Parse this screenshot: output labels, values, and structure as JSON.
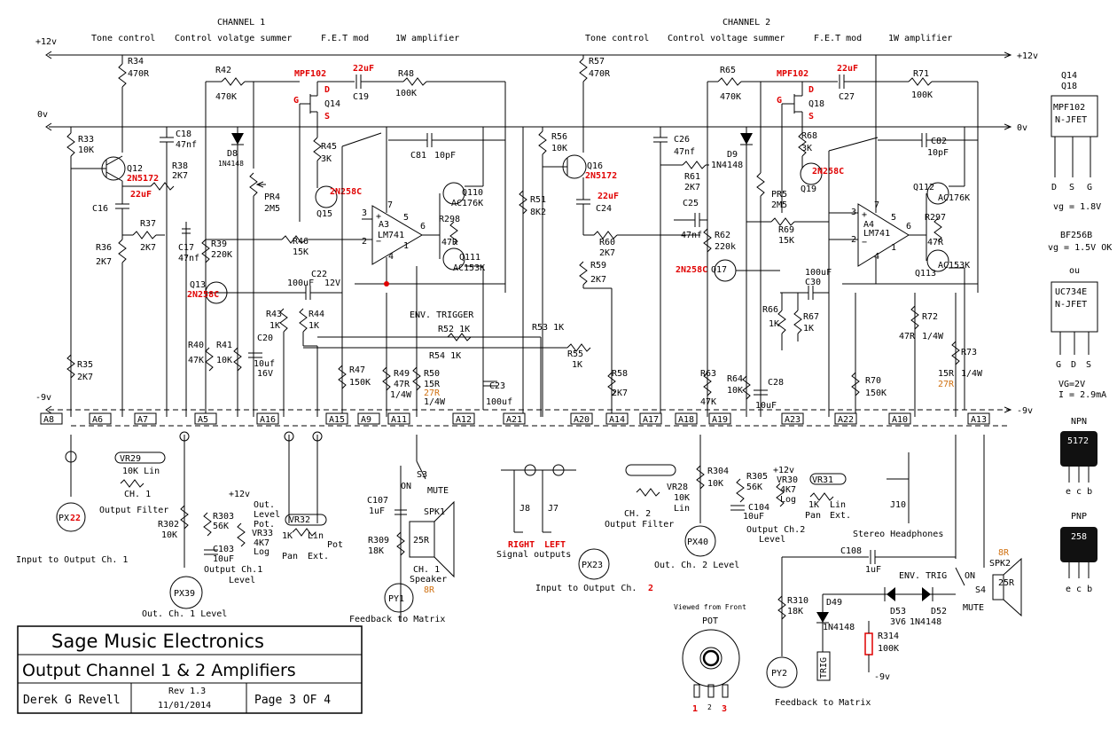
{
  "rails": {
    "v12": "+12v",
    "v0": "0v",
    "vneg9": "-9v"
  },
  "channel1": {
    "title": "CHANNEL 1",
    "tone": "Tone control",
    "cvsum": "Control volatge summer",
    "fet": "F.E.T mod",
    "amp": "1W amplifier"
  },
  "channel2": {
    "title": "CHANNEL 2",
    "tone": "Tone control",
    "cvsum": "Control voltage summer",
    "fet": "F.E.T mod",
    "amp": "1W amplifier"
  },
  "ch1": {
    "r34": "R34",
    "r34v": "470R",
    "r42": "R42",
    "r42v": "470K",
    "mpf": "MPF102",
    "c22uf": "22uF",
    "r48": "R48",
    "r48v": "100K",
    "c19": "C19",
    "d": "D",
    "g": "G",
    "s": "S",
    "q14": "Q14",
    "r33": "R33",
    "r33v": "10K",
    "c18": "C18",
    "c18v": "47nf",
    "q12": "Q12",
    "q12t": "2N5172",
    "r38": "R38",
    "r38v": "2K7",
    "d8": "D8",
    "d8t": "1N4148",
    "r45": "R45",
    "r45v": "3K",
    "c81": "C81",
    "c81v": "10pF",
    "c16": "C16",
    "c16v": "22uF",
    "pr4": "PR4",
    "pr4v": "2M5",
    "q15t": "2N258C",
    "q15": "Q15",
    "q110": "Q110",
    "q110t": "AC176K",
    "r37": "R37",
    "r37v": "2K7",
    "r36": "R36",
    "r36v": "2K7",
    "c17": "C17",
    "c17v": "47nf",
    "r39": "R39",
    "r39v": "220K",
    "r46": "R46",
    "r46v": "15K",
    "a3": "A3",
    "a3t": "LM741",
    "r298": "R298",
    "r298v": "47R",
    "q111": "Q111",
    "q111t": "AC153K",
    "q13": "Q13",
    "q13t": "2N258C",
    "c22": "C22",
    "c22v": "100uF",
    "c22w": "12V",
    "r43": "R43",
    "r43v": "1K",
    "r44": "R44",
    "r44v": "1K",
    "envtrig": "ENV. TRIGGER",
    "r40": "R40",
    "r40v": "47K",
    "r41": "R41",
    "r41v": "10K",
    "c20": "C20",
    "c20v": "10uf",
    "c20w": "16V",
    "r35": "R35",
    "r35v": "2K7",
    "r47": "R47",
    "r47v": "150K",
    "r49": "R49",
    "r49v": "47R",
    "r49w": "1/4W",
    "r50": "R50",
    "r50v": "15R",
    "r50o": "27R",
    "r50w": "1/4W",
    "r52": "R52 1K",
    "r54": "R54 1K",
    "c23": "C23",
    "c23v": "100uf",
    "r53": "R53 1K",
    "r55": "R55",
    "r55v": "1K",
    "r51": "R51",
    "r51v": "8K2"
  },
  "ch2": {
    "r57": "R57",
    "r57v": "470R",
    "r65": "R65",
    "r65v": "470K",
    "mpf": "MPF102",
    "c22uf": "22uF",
    "r71": "R71",
    "r71v": "100K",
    "c27": "C27",
    "d": "D",
    "g": "G",
    "s": "S",
    "q18": "Q18",
    "r56": "R56",
    "r56v": "10K",
    "c26": "C26",
    "c26v": "47nf",
    "q16": "Q16",
    "q16t": "2N5172",
    "d9": "D9",
    "d9t": "1N4148",
    "r68": "R68",
    "r68v": "3K",
    "c82": "C82",
    "c82v": "10pF",
    "r61": "R61",
    "r61v": "2K7",
    "c24": "C24",
    "c24v": "22uF",
    "pr5": "PR5",
    "pr5v": "2M5",
    "q19t": "2N258C",
    "q19": "Q19",
    "q112": "Q112",
    "q112t": "AC176K",
    "r60": "R60",
    "r60v": "2K7",
    "r59": "R59",
    "r59v": "2K7",
    "c25": "C25",
    "c25v": "47nf",
    "r62": "R62",
    "r62v": "220k",
    "r69": "R69",
    "r69v": "15K",
    "a4": "A4",
    "a4t": "LM741",
    "r297": "R297",
    "r297v": "47R",
    "q113": "Q113",
    "q113t": "AC153K",
    "q17": "Q17",
    "q17t": "2N258C",
    "c30": "C30",
    "c30v": "100uF",
    "r66": "R66",
    "r66v": "1K",
    "r67": "R67",
    "r67v": "1K",
    "r72": "R72",
    "r72v": "47R",
    "r72w": "1/4W",
    "r73": "R73",
    "r73v": "15R",
    "r73o": "27R",
    "r73w": "1/4W",
    "r63": "R63",
    "r63v": "47K",
    "r64": "R64",
    "r64v": "10K",
    "c28": "C28",
    "c28v": "10uF",
    "r58": "R58",
    "r58v": "2K7",
    "r70": "R70",
    "r70v": "150K"
  },
  "connectors": [
    "A8",
    "A6",
    "A7",
    "A5",
    "A16",
    "A15",
    "A9",
    "A11",
    "A12",
    "A21",
    "A20",
    "A14",
    "A17",
    "A18",
    "A19",
    "A23",
    "A22",
    "A10",
    "A13"
  ],
  "lower": {
    "vr29": "VR29",
    "vr29v": "10K Lin",
    "ch1filt1": "CH. 1",
    "ch1filt2": "Output Filter",
    "px22a": "PX",
    "px22b": "22",
    "px22cap": "Input to Output Ch. 1",
    "r302": "R302",
    "r302v": "10K",
    "r303": "R303",
    "r303v": "56K",
    "c103": "C103",
    "c103v": "10uF",
    "plus12": "+12v",
    "out1": "Out.",
    "out2": "Level",
    "out3": "Pot.",
    "vr33": "VR33",
    "vr33a": "4K7",
    "vr33b": "Log",
    "oc1a": "Output Ch.1",
    "oc1b": "Level",
    "px39": "PX39",
    "px39cap": "Out. Ch. 1 Level",
    "vr32": "VR32",
    "vr32a": "1K",
    "vr32b": "Lin",
    "vr32c": "Pot",
    "vr32d": "Pan",
    "vr32e": "Ext.",
    "c107": "C107",
    "c107v": "1uF",
    "s3": "S3",
    "on": "ON",
    "mute": "MUTE",
    "spk1": "SPK1",
    "spk1v": "25R",
    "r309": "R309",
    "r309v": "18K",
    "spk1a": "CH. 1",
    "spk1b": "Speaker",
    "spk1c": "8R",
    "py1": "PY1",
    "py1cap": "Feedback to Matrix",
    "j8": "J8",
    "j7": "J7",
    "right": "RIGHT",
    "left": "LEFT",
    "sigout": "Signal outputs",
    "px23": "PX23",
    "px23a": "Input to Output Ch.",
    "px23b": "2",
    "vr28": "VR28",
    "vr28v": "10K",
    "vr28w": "Lin",
    "ch2filt1": "CH. 2",
    "ch2filt2": "Output Filter",
    "r304": "R304",
    "r304v": "10K",
    "px40": "PX40",
    "px40cap": "Out. Ch. 2 Level",
    "r305": "R305",
    "r305v": "56K",
    "plus12b": "+12v",
    "vr30": "VR30",
    "vr30a": "4K7",
    "vr30b": "Log",
    "vr31": "VR31",
    "vr31a": "1K",
    "vr31b": "Lin",
    "vr31c": "Pan",
    "vr31d": "Ext.",
    "c104": "C104",
    "c104v": "10uF",
    "oc2a": "Output Ch.2",
    "oc2b": "Level",
    "j10": "J10",
    "headph": "Stereo Headphones",
    "c108": "C108",
    "c108v": "1uF",
    "envtrig": "ENV. TRIG",
    "on2": "ON",
    "mute2": "MUTE",
    "s4": "S4",
    "spk2": "SPK2",
    "spk2v": "25R",
    "spk2o": "8R",
    "r310": "R310",
    "r310v": "18K",
    "d49": "D49",
    "d49t": "1N4148",
    "d53": "D53",
    "d53t": "3V6",
    "d52": "D52",
    "d52t": "1N4148",
    "r314": "R314",
    "r314v": "100K",
    "neg9": "-9v",
    "trig": "TRIG",
    "py2": "PY2",
    "py2cap": "Feedback to Matrix",
    "potcap": "Viewed from Front",
    "pot": "POT",
    "p1": "1",
    "p2": "2",
    "p3": "3"
  },
  "sidebar": {
    "q14": "Q14",
    "q18": "Q18",
    "mpf": "MPF102",
    "njfet": "N-JFET",
    "d": "D",
    "s": "S",
    "g": "G",
    "vg1": "vg = 1.8V",
    "bf": "BF256B",
    "vg2": "vg = 1.5V OK",
    "ou": "ou",
    "uc": "UC734E",
    "njfet2": "N-JFET",
    "g2": "G",
    "d2": "D",
    "s2": "S",
    "vg3": "VG=2V",
    "i": "I = 2.9mA",
    "npn": "NPN",
    "npnpart": "5172",
    "ecb1": "e c b",
    "pnp": "PNP",
    "pnppart": "258",
    "ecb2": "e c b"
  },
  "titleblock": {
    "company": "Sage Music Electronics",
    "title": "Output Channel 1 & 2 Amplifiers",
    "author": "Derek G Revell",
    "rev": "Rev 1.3",
    "date": "11/01/2014",
    "page": "Page 3 OF 4"
  },
  "colors": {
    "ink": "#000000",
    "red": "#e00000",
    "orange": "#d07010",
    "chip": "#111111"
  }
}
